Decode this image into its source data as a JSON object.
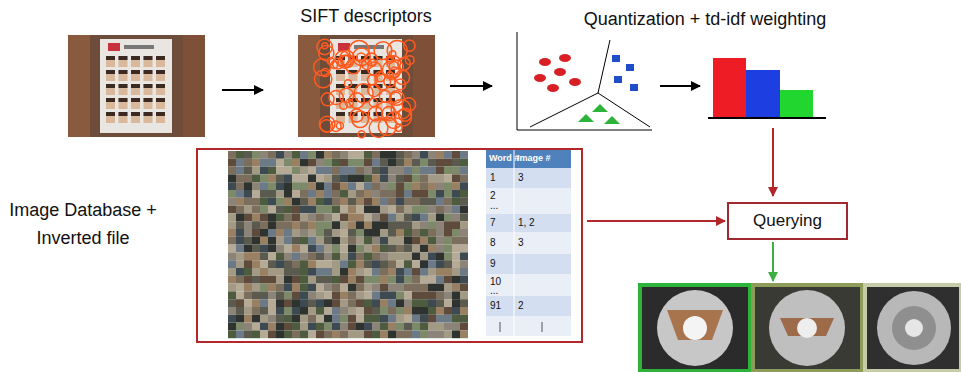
{
  "diagram": {
    "nodes": [
      {
        "text": [
          "Image Database + Inverted file"
        ]
      },
      {
        "text": [
          "Querying"
        ]
      }
    ],
    "edges": [
      {
        "from": 0,
        "to": 1,
        "arrow": "to"
      }
    ],
    "labels": [
      "SIFT descriptors",
      "Quantization + td-idf weighting",
      "Word #",
      "Image #",
      "1",
      "3",
      "2",
      "...",
      "7",
      "1, 2",
      "8",
      "3",
      "9",
      "10",
      "...",
      "91",
      "2"
    ]
  }
}
